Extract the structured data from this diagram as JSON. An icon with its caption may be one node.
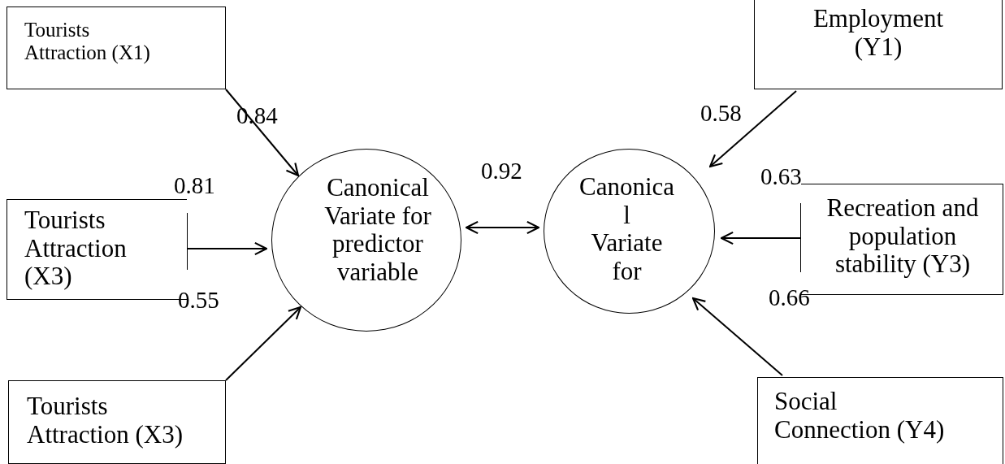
{
  "diagram": {
    "nodes": [
      {
        "text": [
          "Tourists Attraction (X1)"
        ]
      },
      {
        "text": [
          "Tourists Attraction (X3)"
        ]
      },
      {
        "text": [
          "Tourists Attraction (X3)"
        ]
      },
      {
        "text": [
          "Canonical Variate for predictor variable"
        ]
      },
      {
        "text": [
          "Canonical Variate for"
        ]
      },
      {
        "text": [
          "Employment (Y1)"
        ]
      },
      {
        "text": [
          "Recreation and population stability (Y3)"
        ]
      },
      {
        "text": [
          "Social Connection (Y4)"
        ]
      }
    ],
    "edges": [
      {
        "from": 0,
        "to": 3,
        "arrow": "to",
        "label": "0.84"
      },
      {
        "from": 1,
        "to": 3,
        "arrow": "to"
      },
      {
        "from": 2,
        "to": 3,
        "arrow": "to"
      },
      {
        "from": 3,
        "to": 4,
        "arrow": "both",
        "label": "0.92"
      },
      {
        "from": 5,
        "to": 4,
        "arrow": "to",
        "label": "0.58"
      },
      {
        "from": 6,
        "to": 4,
        "arrow": "to"
      },
      {
        "from": 7,
        "to": 4,
        "arrow": "to"
      }
    ],
    "labels": [
      "0.81",
      "0.55",
      "0.63",
      "0.66"
    ]
  }
}
